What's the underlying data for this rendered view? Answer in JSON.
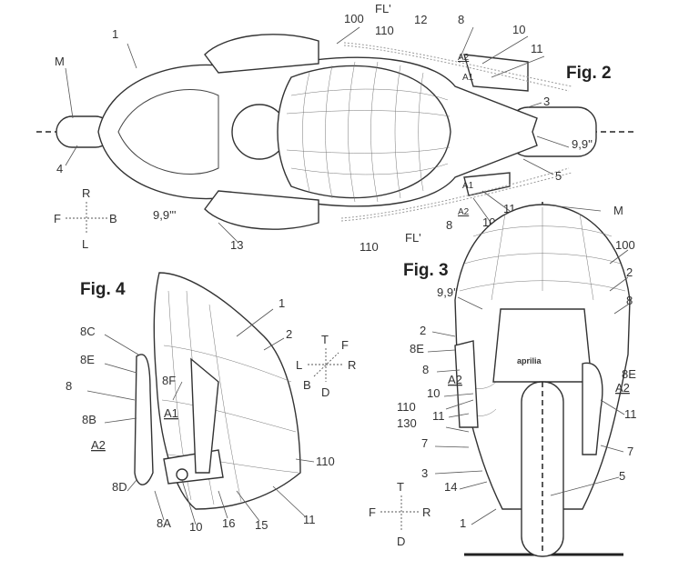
{
  "figures": {
    "fig2": {
      "title": "Fig. 2",
      "labels": [
        "1",
        "M",
        "4",
        "100",
        "FL'",
        "110",
        "12",
        "8",
        "10",
        "11",
        "A2",
        "A1",
        "3",
        "9,9''",
        "5",
        "A1",
        "A2",
        "11",
        "10",
        "8",
        "FL'",
        "110",
        "13",
        "9,9'''"
      ],
      "compass": {
        "up": "R",
        "left": "F",
        "right": "B",
        "down": "L"
      }
    },
    "fig3": {
      "title": "Fig. 3",
      "labels": [
        "M",
        "100",
        "2",
        "8",
        "9,9''",
        "2",
        "8E",
        "8",
        "A2",
        "10",
        "110",
        "11",
        "130",
        "7",
        "3",
        "14",
        "1",
        "8E",
        "A2",
        "11",
        "7",
        "5"
      ],
      "compass": {
        "up": "T",
        "left": "F",
        "right": "R",
        "down": "D"
      },
      "logo": "aprilia"
    },
    "fig4": {
      "title": "Fig. 4",
      "labels": [
        "1",
        "2",
        "8C",
        "8E",
        "8F",
        "8",
        "8B",
        "A1",
        "A2",
        "110",
        "8D",
        "8A",
        "10",
        "16",
        "15",
        "11"
      ],
      "compass": {
        "up": "T",
        "ne": "F",
        "left": "L",
        "right": "R",
        "sw": "B",
        "down": "D"
      }
    }
  },
  "colors": {
    "ink": "#333333",
    "background": "#ffffff"
  }
}
